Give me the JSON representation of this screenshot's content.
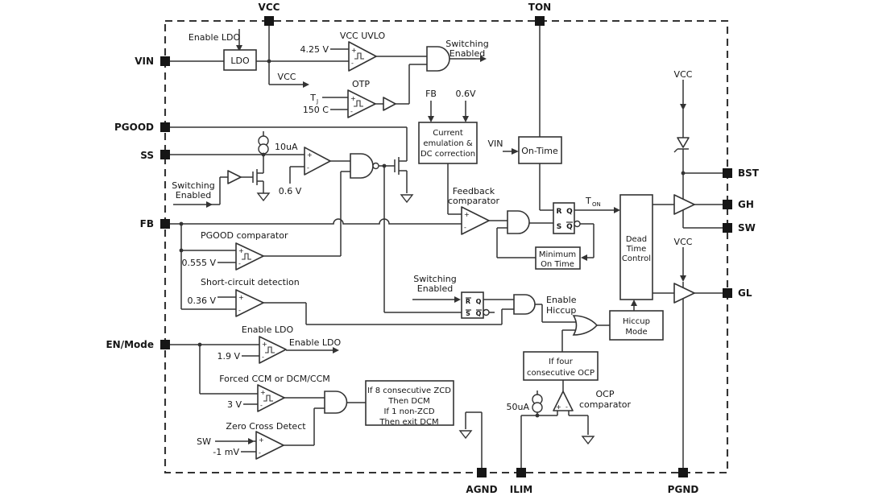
{
  "colors": {
    "line": "#333333",
    "text": "#161616",
    "background": "#ffffff"
  },
  "pins": {
    "vcc": "VCC",
    "ton": "TON",
    "vin": "VIN",
    "pgood": "PGOOD",
    "ss": "SS",
    "fb": "FB",
    "en_mode": "EN/Mode",
    "bst": "BST",
    "gh": "GH",
    "sw": "SW",
    "gl": "GL",
    "agnd": "AGND",
    "ilim": "ILIM",
    "pgnd": "PGND"
  },
  "labels": {
    "enable_ldo": "Enable LDO",
    "ldo": "LDO",
    "vcc": "VCC",
    "vcc_uvlo": "VCC UVLO",
    "uvlo_ref": "4.25 V",
    "otp": "OTP",
    "tj_base": "T",
    "tj_sub": "J",
    "otp_ref": "150 C",
    "switching": "Switching",
    "enabled": "Enabled",
    "fb": "FB",
    "ref_0v6_top": "0.6V",
    "vin": "VIN",
    "i_ss": "10uA",
    "ss_ref": "0.6 V",
    "feedback": "Feedback",
    "comparator": "comparator",
    "t_base": "T",
    "ton_sub": "ON",
    "r": "R",
    "s": "S",
    "q": "Q",
    "pgood_comparator": "PGOOD comparator",
    "pgood_ref": "0.555 V",
    "short_circuit": "Short-circuit detection",
    "sc_ref": "0.36 V",
    "enable": "Enable",
    "hiccup": "Hiccup",
    "i_ocp": "50uA",
    "ocp": "OCP",
    "en_ref": "1.9 V",
    "forced_ccm": "Forced CCM or DCM/CCM",
    "ccm_ref": "3 V",
    "zero_cross": "Zero Cross Detect",
    "sw": "SW",
    "zcd_ref": "-1 mV"
  },
  "blocks": {
    "current_emulation": [
      "Current",
      "emulation &",
      "DC correction"
    ],
    "on_time": "On-Time",
    "minimum_on_time": [
      "Minimum",
      "On Time"
    ],
    "dead_time_control": [
      "Dead",
      "Time",
      "Control"
    ],
    "hiccup_mode": [
      "Hiccup",
      "Mode"
    ],
    "if_four_ocp": [
      "If four",
      "consecutive OCP"
    ],
    "dcm_logic": [
      "If 8 consecutive ZCD",
      "Then DCM",
      "If 1 non-ZCD",
      "Then exit DCM"
    ]
  }
}
